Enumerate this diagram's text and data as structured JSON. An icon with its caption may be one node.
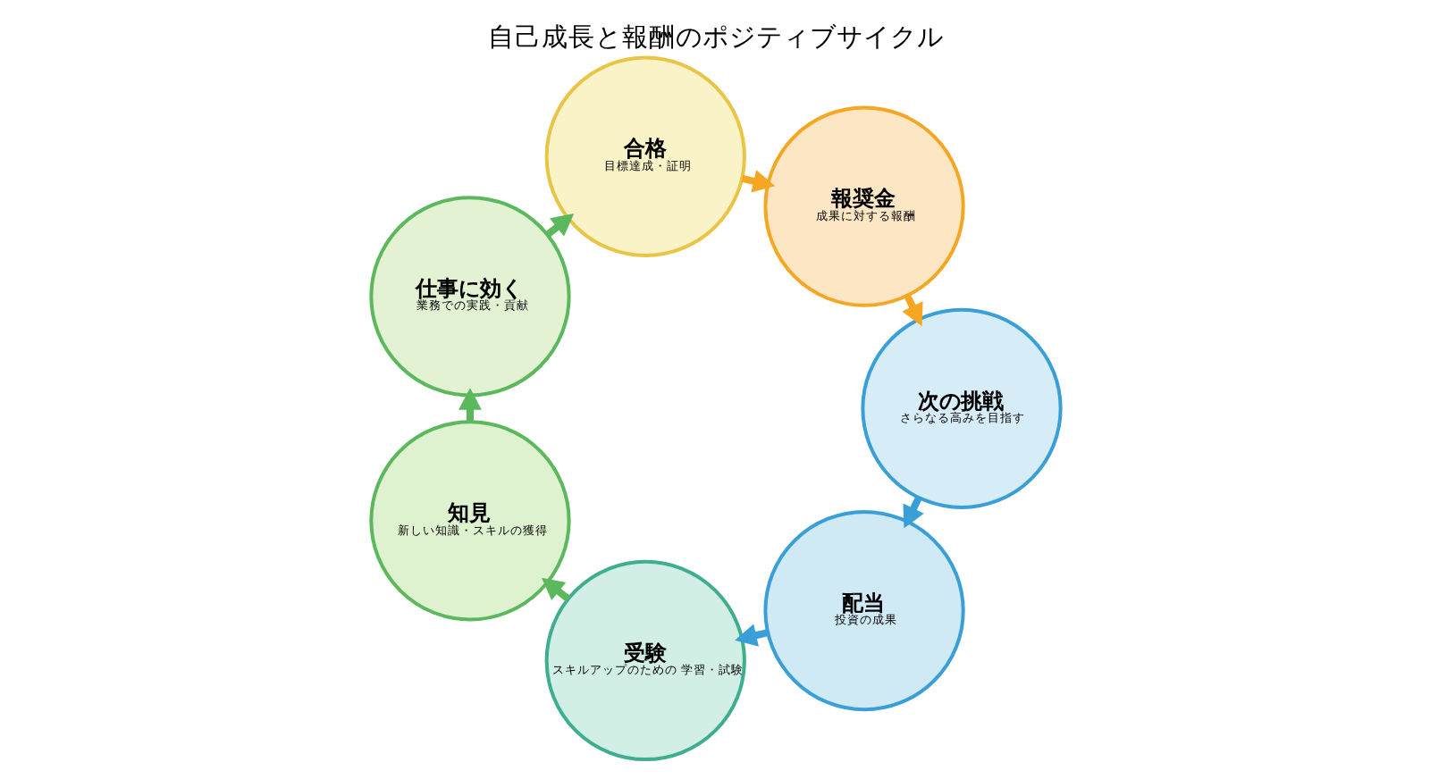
{
  "diagram": {
    "title": "自己成長と報酬のポジティブサイクル",
    "nodes": [
      {
        "text": [
          "配当",
          "投資の成果"
        ]
      },
      {
        "text": [
          "受験",
          "スキルアップのための 学習・試験"
        ]
      },
      {
        "text": [
          "知見",
          "新しい知識・スキルの獲得"
        ]
      },
      {
        "text": [
          "仕事に効く",
          "業務での実践・貢献"
        ]
      },
      {
        "text": [
          "合格",
          "目標達成・証明"
        ]
      },
      {
        "text": [
          "報奨金",
          "成果に対する報酬"
        ]
      },
      {
        "text": [
          "次の挑戦",
          "さらなる高みを目指す"
        ]
      }
    ],
    "edges": [
      {
        "from": 0,
        "to": 1,
        "arrow": "to",
        "color": "#3a9fd6"
      },
      {
        "from": 1,
        "to": 2,
        "arrow": "to",
        "color": "#5cb85c"
      },
      {
        "from": 2,
        "to": 3,
        "arrow": "to",
        "color": "#5cb85c"
      },
      {
        "from": 3,
        "to": 4,
        "arrow": "to",
        "color": "#5cb85c"
      },
      {
        "from": 4,
        "to": 5,
        "arrow": "to",
        "color": "#f5a623"
      },
      {
        "from": 5,
        "to": 6,
        "arrow": "to",
        "color": "#f5a623"
      },
      {
        "from": 6,
        "to": 0,
        "arrow": "to",
        "color": "#3a9fd6"
      }
    ]
  }
}
